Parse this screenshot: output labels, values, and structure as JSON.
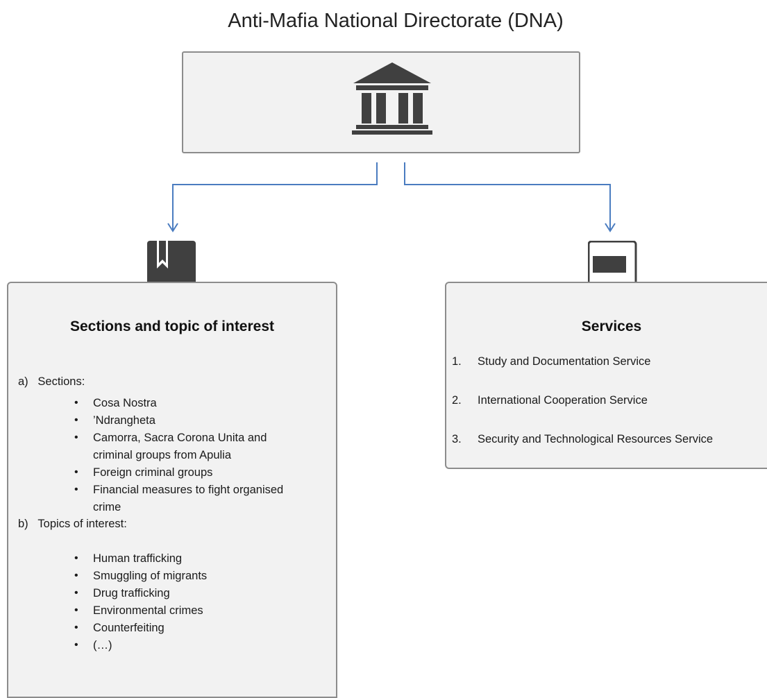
{
  "title": "Anti-Mafia National Directorate (DNA)",
  "icons": {
    "top": "courthouse-icon",
    "left": "bookmarked-book-icon",
    "right": "book-icon"
  },
  "colors": {
    "connector": "#4a7cc0",
    "icon": "#404040",
    "box_fill": "#f2f2f2",
    "box_border": "#8c8c8c"
  },
  "left": {
    "heading": "Sections and topic of interest",
    "sections_label": "a)   Sections:",
    "sections": [
      "Cosa Nostra",
      "’Ndrangheta",
      "Camorra, Sacra Corona Unita and",
      "criminal groups from Apulia",
      "Foreign criminal groups",
      "Financial measures to fight organised",
      "crime"
    ],
    "topics_label": "b)   Topics of interest:",
    "topics": [
      "Human trafficking",
      "Smuggling of migrants",
      "Drug trafficking",
      "Environmental crimes",
      "Counterfeiting",
      "(…)"
    ]
  },
  "right": {
    "heading": "Services",
    "services": [
      {
        "num": "1.",
        "label": "Study and Documentation Service"
      },
      {
        "num": "2.",
        "label": "International Cooperation Service"
      },
      {
        "num": "3.",
        "label": "Security and Technological Resources Service"
      }
    ]
  }
}
